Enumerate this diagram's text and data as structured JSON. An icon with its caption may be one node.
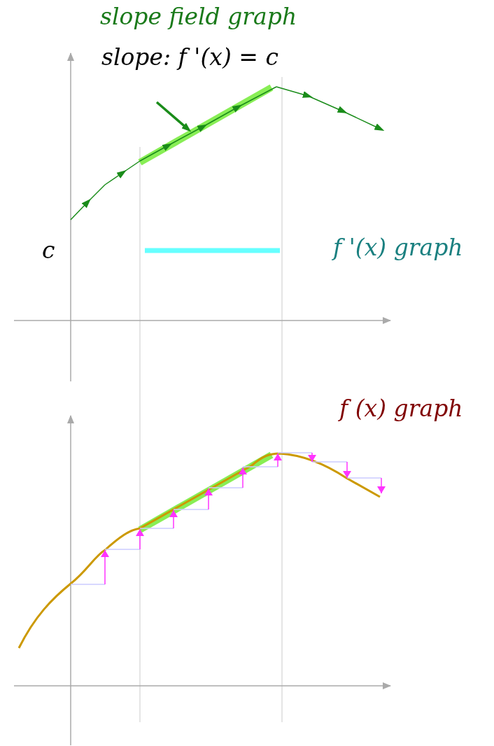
{
  "diagram": {
    "labels": [
      "slope field graph",
      "slope: f '(x) = c",
      "c",
      "f '(x) graph",
      "f (x) graph"
    ]
  }
}
